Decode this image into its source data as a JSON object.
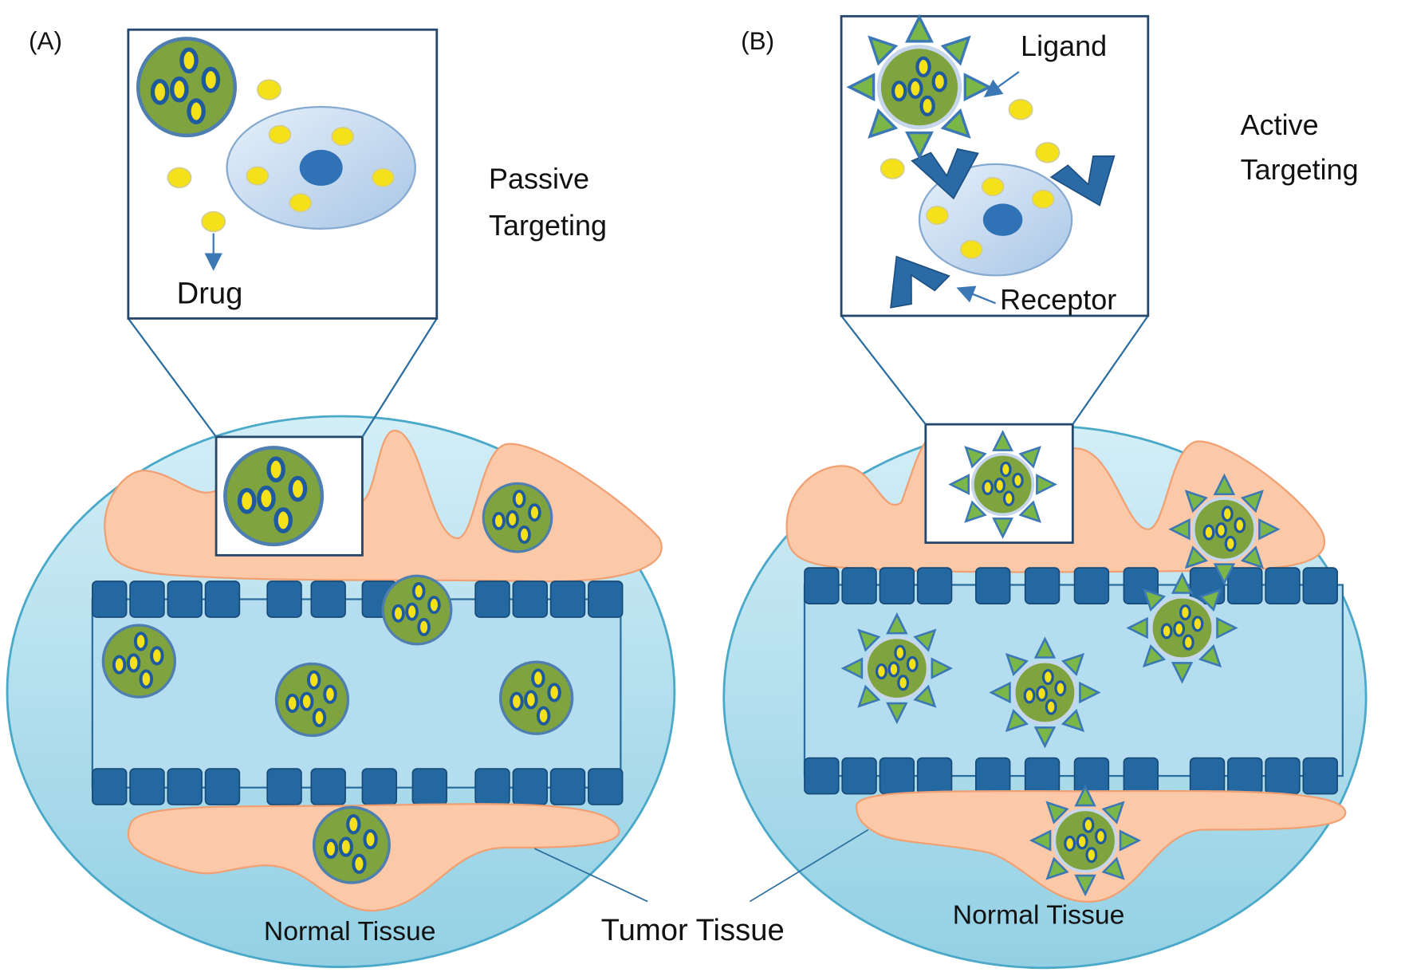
{
  "panel_a": {
    "label": "(A)",
    "title_line1": "Passive",
    "title_line2": "Targeting",
    "drug_label": "Drug",
    "normal_tissue_label": "Normal Tissue"
  },
  "panel_b": {
    "label": "(B)",
    "title_line1": "Active",
    "title_line2": "Targeting",
    "ligand_label": "Ligand",
    "receptor_label": "Receptor",
    "normal_tissue_label": "Normal Tissue"
  },
  "shared": {
    "tumor_tissue_label": "Tumor Tissue"
  },
  "colors": {
    "nanoparticle": "#7ea33f",
    "drug": "#f5e11a",
    "endothelial_cell": "#2468a2",
    "tissue_orange": "#fcc9a8",
    "tissue_background_light": "#d3eef7",
    "tissue_background_dark": "#93d0e4"
  }
}
